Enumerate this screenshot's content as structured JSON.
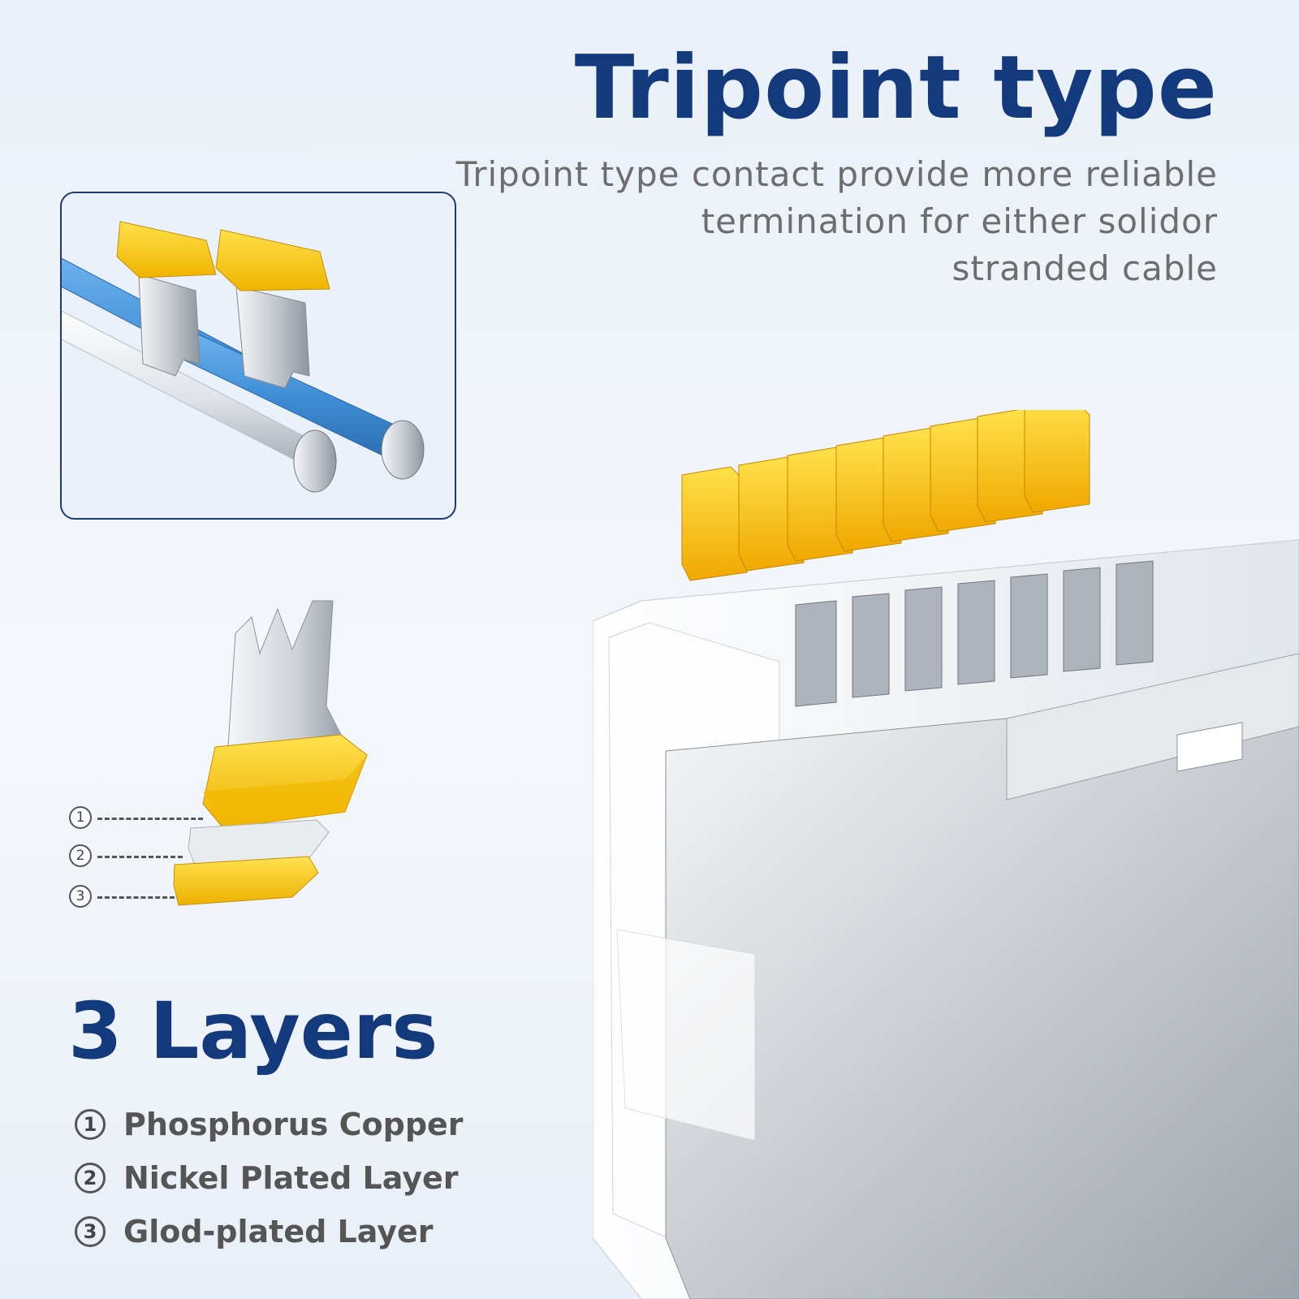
{
  "header": {
    "title": "Tripoint type",
    "subtitle_lines": [
      "Tripoint type contact provide more reliable",
      "termination for either solidor",
      "stranded cable"
    ]
  },
  "layers": {
    "title": "3 Layers",
    "items": [
      {
        "marker": "1",
        "label": "Phosphorus Copper"
      },
      {
        "marker": "2",
        "label": "Nickel Plated Layer"
      },
      {
        "marker": "3",
        "label": "Glod-plated Layer"
      }
    ]
  },
  "colors": {
    "title_blue": "#123a7c",
    "subtitle_gray": "#6d6d6d",
    "gold": "#f5c400",
    "cable_blue": "#3f8ed6",
    "metal": "#c9ced4"
  }
}
